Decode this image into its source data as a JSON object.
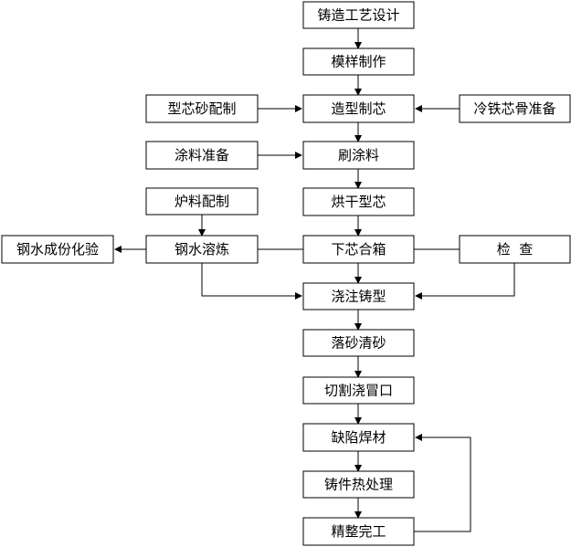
{
  "nodes": {
    "casting_design": "铸造工艺设计",
    "pattern_making": "模样制作",
    "molding_coring": "造型制芯",
    "core_sand": "型芯砂配制",
    "chill_core_iron": "冷铁芯骨准备",
    "coating_prep": "涂料准备",
    "brush_coating": "刷涂料",
    "dry_mold": "烘干型芯",
    "furnace_charge": "炉料配制",
    "steel_melting": "钢水溶炼",
    "steel_analysis": "钢水成份化验",
    "core_setting": "下芯合箱",
    "inspection": "检  查",
    "pouring": "浇注铸型",
    "shakeout": "落砂清砂",
    "riser_cutting": "切割浇冒口",
    "defect_welding": "缺陷焊材",
    "heat_treatment": "铸件热处理",
    "finishing": "精整完工"
  }
}
